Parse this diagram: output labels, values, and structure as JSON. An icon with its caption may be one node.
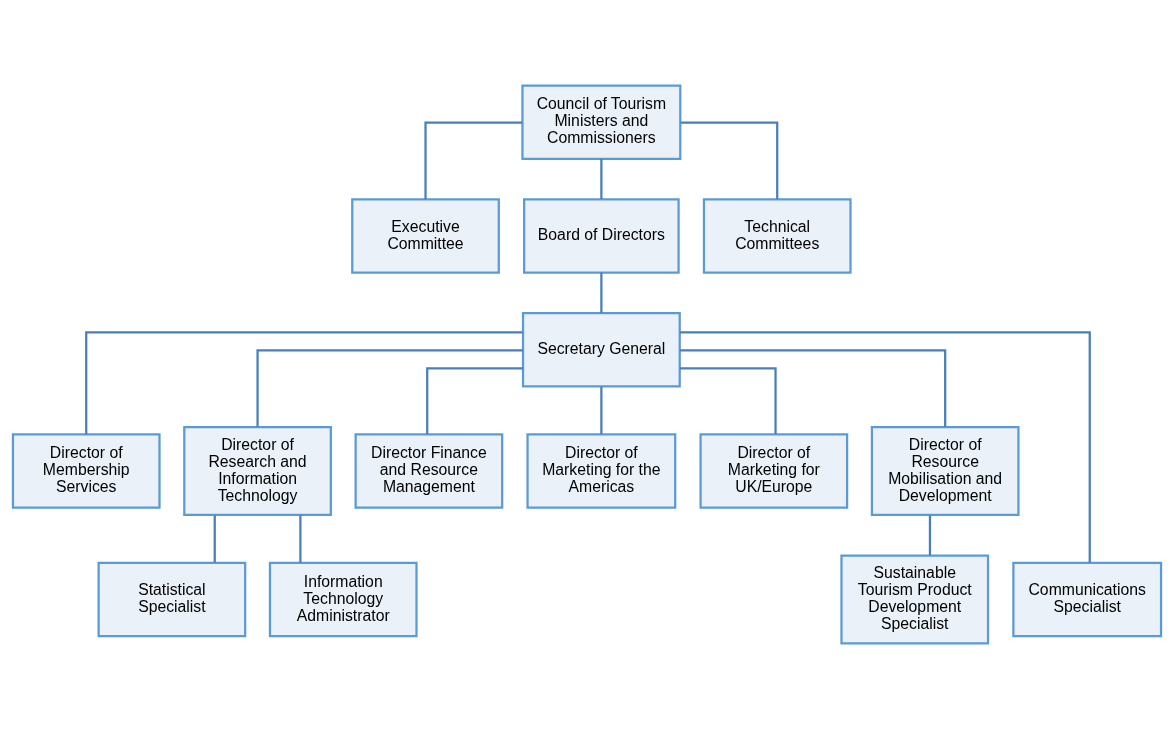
{
  "diagram": {
    "nodes": [
      {
        "text": [
          "Council of Tourism Ministers and Commissioners"
        ]
      },
      {
        "text": [
          "Executive Committee"
        ]
      },
      {
        "text": [
          "Board of Directors"
        ]
      },
      {
        "text": [
          "Technical Committees"
        ]
      },
      {
        "text": [
          "Secretary General"
        ]
      },
      {
        "text": [
          "Director of Membership Services"
        ]
      },
      {
        "text": [
          "Director of Research and Information Technology"
        ]
      },
      {
        "text": [
          "Director Finance and Resource Management"
        ]
      },
      {
        "text": [
          "Director of Marketing for the Americas"
        ]
      },
      {
        "text": [
          "Director of Marketing for UK/Europe"
        ]
      },
      {
        "text": [
          "Director of Resource Mobilisation and Development"
        ]
      },
      {
        "text": [
          "Statistical Specialist"
        ]
      },
      {
        "text": [
          "Information Technology Administrator"
        ]
      },
      {
        "text": [
          "Communications Specialist"
        ]
      },
      {
        "text": [
          "Sustainable Tourism Product Development Specialist"
        ]
      }
    ],
    "edges": [
      {
        "from": 0,
        "to": 1,
        "arrow": "none"
      },
      {
        "from": 0,
        "to": 2,
        "arrow": "none"
      },
      {
        "from": 0,
        "to": 3,
        "arrow": "none"
      },
      {
        "from": 2,
        "to": 4,
        "arrow": "none"
      },
      {
        "from": 4,
        "to": 5,
        "arrow": "none"
      },
      {
        "from": 4,
        "to": 6,
        "arrow": "none"
      },
      {
        "from": 4,
        "to": 7,
        "arrow": "none"
      },
      {
        "from": 4,
        "to": 8,
        "arrow": "none"
      },
      {
        "from": 4,
        "to": 9,
        "arrow": "none"
      },
      {
        "from": 4,
        "to": 10,
        "arrow": "none"
      },
      {
        "from": 6,
        "to": 11,
        "arrow": "none"
      },
      {
        "from": 6,
        "to": 12,
        "arrow": "none"
      },
      {
        "from": 4,
        "to": 13,
        "arrow": "none"
      },
      {
        "from": 10,
        "to": 14,
        "arrow": "none"
      }
    ]
  }
}
